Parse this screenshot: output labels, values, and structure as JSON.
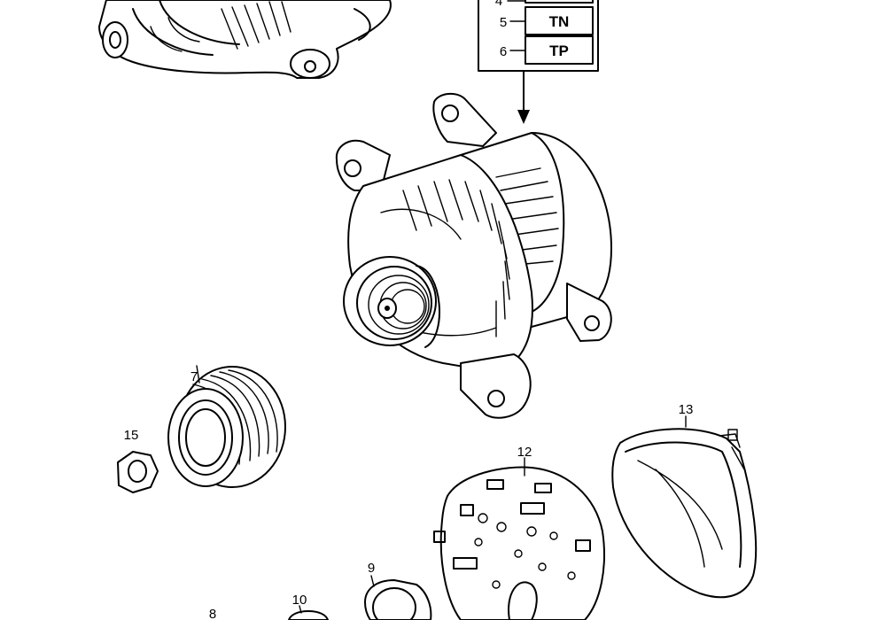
{
  "connector_table": {
    "rows": [
      {
        "number": "4",
        "code": ""
      },
      {
        "number": "5",
        "code": "TN"
      },
      {
        "number": "6",
        "code": "TP"
      }
    ]
  },
  "callouts": {
    "pulley": "7",
    "nut": "15",
    "regulator_plate": "12",
    "rear_cover": "13",
    "ring": "9",
    "bearing": "10",
    "part_8": "8"
  }
}
